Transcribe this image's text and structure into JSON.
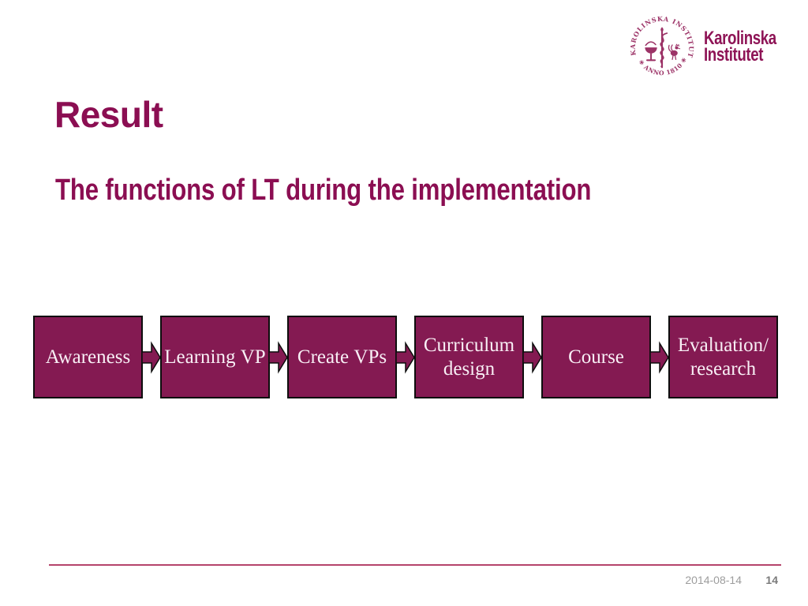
{
  "slide": {
    "logo": {
      "seal_top_text": "KAROLINSKA INSTITUTET",
      "seal_bottom_text": "✳ ANNO 1810 ✳",
      "wordmark_line1": "Karolinska",
      "wordmark_line2": "Institutet"
    },
    "title": "Result",
    "subtitle": "The functions of LT during the implementation",
    "flow": {
      "steps": [
        {
          "label": "Awareness"
        },
        {
          "label": "Learning VP"
        },
        {
          "label": "Create VPs"
        },
        {
          "label": "Curriculum\ndesign"
        },
        {
          "label": "Course"
        },
        {
          "label": "Evaluation/\nresearch"
        }
      ]
    },
    "footer": {
      "date": "2014-08-14",
      "page_number": "14"
    },
    "colors": {
      "plum_box_fill": "#841A52",
      "plum_text": "#8B0E52",
      "seal_plum": "#9C3367",
      "footer_line": "#B5446B",
      "footer_text": "#9d9d9d"
    }
  }
}
